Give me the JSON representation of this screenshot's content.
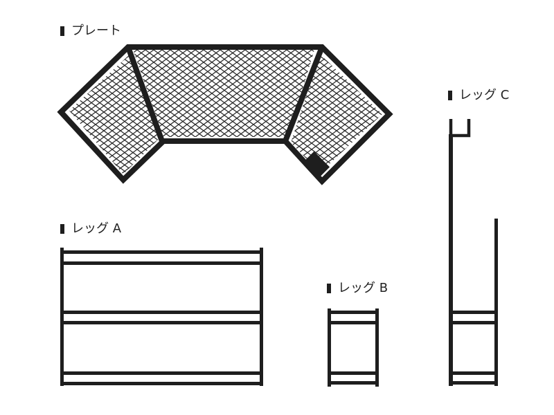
{
  "labels": {
    "plate": "プレート",
    "leg_a": "レッグ A",
    "leg_b": "レッグ B",
    "leg_c": "レッグ C"
  },
  "colors": {
    "frame": "#1e1e1e",
    "mesh": "#2a2a2a",
    "background": "#ffffff"
  }
}
